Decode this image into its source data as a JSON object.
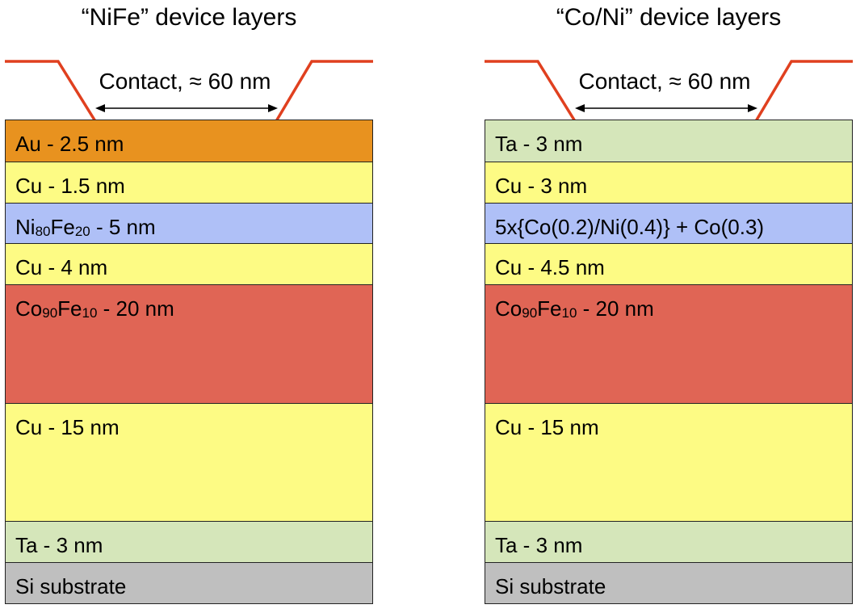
{
  "colors": {
    "gold": "#E8921F",
    "yellow": "#FDFB84",
    "blue": "#AFC0F7",
    "red": "#E06555",
    "green": "#D5E6BA",
    "gray": "#BFBFBF",
    "contact_line": "#E0401F"
  },
  "left": {
    "title": "“NiFe” device layers",
    "contact": "Contact, ≈ 60 nm",
    "layers": [
      {
        "label": "Au - 2.5 nm",
        "color": "gold"
      },
      {
        "label": "Cu - 1.5 nm",
        "color": "yellow"
      },
      {
        "label_parts": [
          "Ni",
          "80",
          "Fe",
          "20",
          " - 5 nm"
        ],
        "color": "blue"
      },
      {
        "label": "Cu - 4 nm",
        "color": "yellow"
      },
      {
        "label_parts": [
          "Co",
          "90",
          "Fe",
          "10",
          " - 20 nm"
        ],
        "color": "red"
      },
      {
        "label": "Cu - 15 nm",
        "color": "yellow"
      },
      {
        "label": "Ta - 3 nm",
        "color": "green"
      },
      {
        "label": "Si substrate",
        "color": "gray"
      }
    ]
  },
  "right": {
    "title": "“Co/Ni” device layers",
    "contact": "Contact, ≈ 60 nm",
    "layers": [
      {
        "label": "Ta - 3 nm",
        "color": "green"
      },
      {
        "label": "Cu - 3 nm",
        "color": "yellow"
      },
      {
        "label": "5x{Co(0.2)/Ni(0.4)} + Co(0.3)",
        "color": "blue"
      },
      {
        "label": "Cu - 4.5 nm",
        "color": "yellow"
      },
      {
        "label_parts": [
          "Co",
          "90",
          "Fe",
          "10",
          " - 20 nm"
        ],
        "color": "red"
      },
      {
        "label": "Cu - 15 nm",
        "color": "yellow"
      },
      {
        "label": "Ta - 3 nm",
        "color": "green"
      },
      {
        "label": "Si substrate",
        "color": "gray"
      }
    ]
  }
}
